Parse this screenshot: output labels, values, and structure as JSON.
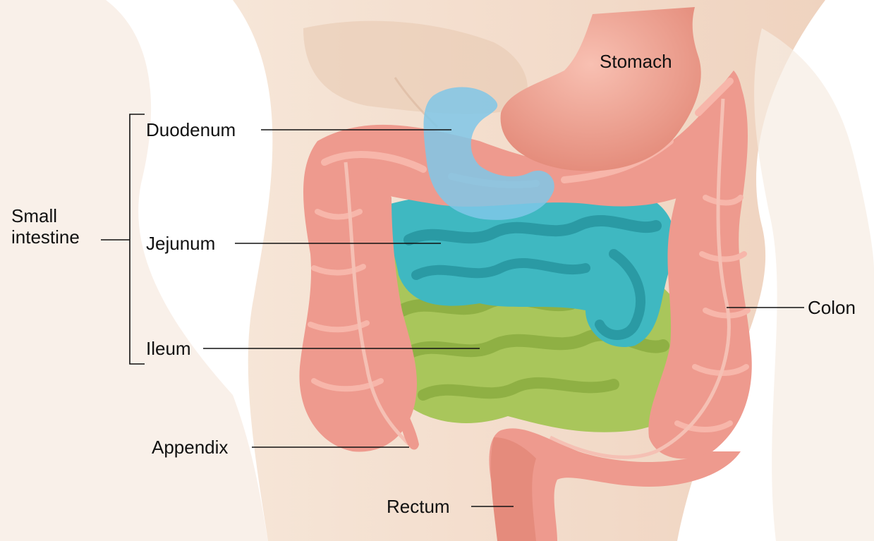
{
  "labels": {
    "stomach": "Stomach",
    "duodenum": "Duodenum",
    "small_intestine_line1": "Small",
    "small_intestine_line2": "intestine",
    "jejunum": "Jejunum",
    "ileum": "Ileum",
    "colon": "Colon",
    "appendix": "Appendix",
    "rectum": "Rectum"
  },
  "colors": {
    "skin_light": "#f7ebe1",
    "skin": "#efd6c3",
    "colon": "#ee9a8e",
    "colon_highlight": "#f7b6aa",
    "stomach": "#f0a596",
    "duodenum": "#7fc7e8",
    "jejunum": "#3eb7c0",
    "ileum": "#a7c65a",
    "label_text": "#111111",
    "leader_line": "#111111"
  }
}
